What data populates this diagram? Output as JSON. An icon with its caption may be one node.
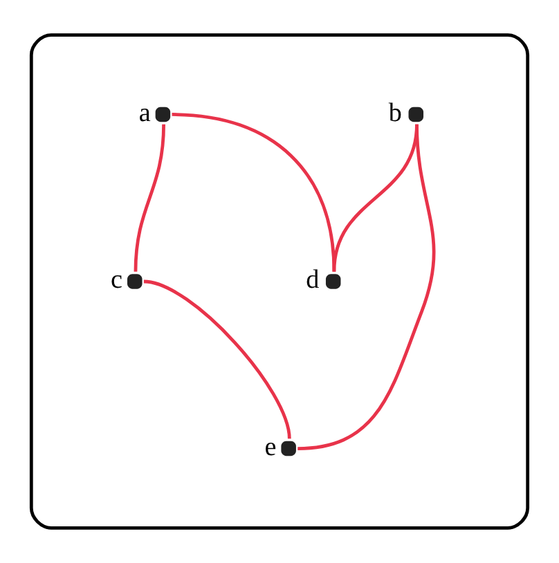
{
  "diagram": {
    "nodes": [
      {
        "text": [],
        "shape": "box"
      },
      {
        "text": [
          "b"
        ],
        "in": 0
      },
      {
        "text": [
          "c"
        ],
        "in": 0
      },
      {
        "text": [
          "a"
        ],
        "in": 0
      },
      {
        "text": [
          "d"
        ],
        "in": 0
      },
      {
        "text": [
          "e"
        ],
        "in": 0
      }
    ],
    "edges": [
      {
        "from": 3,
        "to": 2,
        "arrow": "none"
      },
      {
        "from": 3,
        "to": 4,
        "arrow": "none"
      },
      {
        "from": 1,
        "to": 5,
        "arrow": "none"
      },
      {
        "from": 1,
        "to": 4,
        "arrow": "none"
      },
      {
        "from": 2,
        "to": 5,
        "arrow": "none"
      }
    ]
  }
}
